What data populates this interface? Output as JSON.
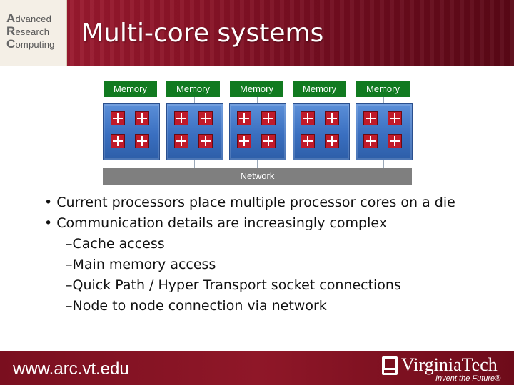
{
  "header": {
    "logo": {
      "line1": {
        "initial": "A",
        "rest": "dvanced"
      },
      "line2": {
        "initial": "R",
        "rest": "esearch"
      },
      "line3": {
        "initial": "C",
        "rest": "omputing"
      }
    },
    "title": "Multi-core systems"
  },
  "diagram": {
    "nodes": [
      {
        "memory_label": "Memory"
      },
      {
        "memory_label": "Memory"
      },
      {
        "memory_label": "Memory"
      },
      {
        "memory_label": "Memory"
      },
      {
        "memory_label": "Memory"
      }
    ],
    "cores_per_chip": 4,
    "network_label": "Network",
    "colors": {
      "memory": "#117a20",
      "chip": "#3a6fc0",
      "core": "#c01a2a",
      "network": "#7f7f7f"
    }
  },
  "bullets": [
    {
      "text": "• Current processors place multiple processor cores on a die",
      "level": 1
    },
    {
      "text": "• Communication details are increasingly complex",
      "level": 1
    },
    {
      "text": "–Cache access",
      "level": 2
    },
    {
      "text": "–Main memory access",
      "level": 2
    },
    {
      "text": "–Quick Path / Hyper Transport socket connections",
      "level": 2
    },
    {
      "text": "–Node to node connection via network",
      "level": 2
    }
  ],
  "footer": {
    "url": "www.arc.vt.edu",
    "brand": "VirginiaTech",
    "tagline": "Invent the Future®"
  }
}
